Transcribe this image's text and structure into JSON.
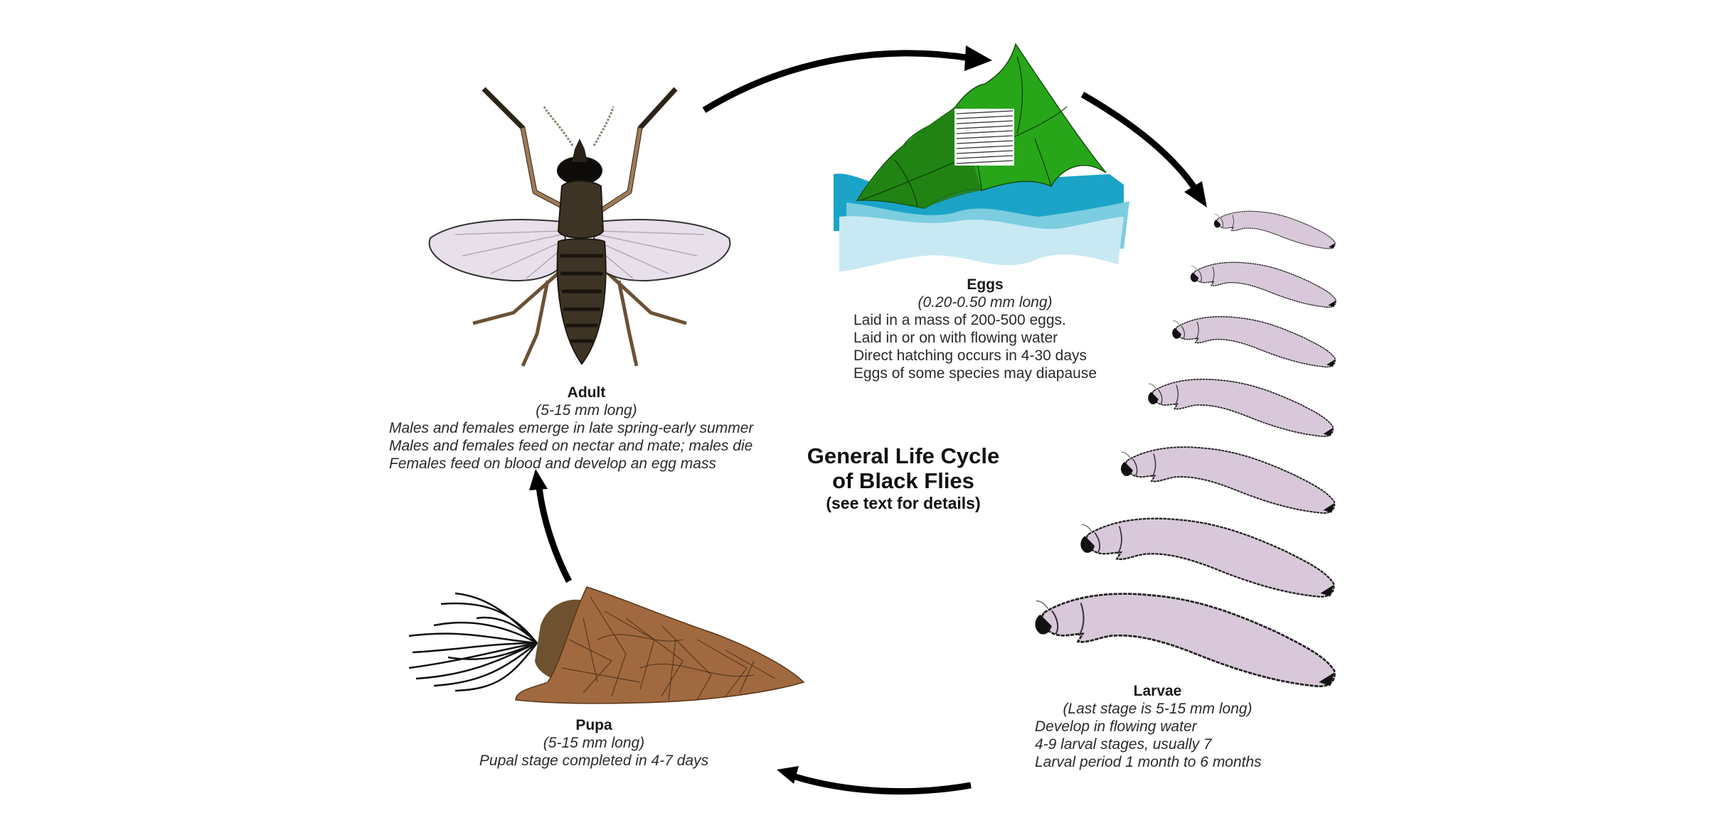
{
  "diagram": {
    "title_line1": "General Life Cycle",
    "title_line2": "of Black Flies",
    "title_note": "(see text for details)",
    "colors": {
      "arrow": "#000000",
      "leaf_dark": "#1f7a12",
      "leaf_light": "#27a61a",
      "water_dark": "#1ba4c8",
      "water_mid": "#7ccde0",
      "water_light": "#c8e9f3",
      "larva": "#d8c8da",
      "pupa_case": "#a0693f",
      "fly_body": "#3e3426",
      "fly_leg": "#a07a55",
      "wing": "#e6dde8"
    },
    "stages": {
      "adult": {
        "title": "Adult",
        "size": "(5-15 mm long)",
        "lines": [
          "Males and females emerge in late spring-early summer",
          "Males and females feed on nectar and mate; males die",
          "Females feed on blood and develop an egg mass"
        ]
      },
      "eggs": {
        "title": "Eggs",
        "size": "(0.20-0.50 mm long)",
        "lines": [
          "Laid in a mass of 200-500 eggs.",
          "Laid in or on with flowing water",
          "Direct hatching occurs in 4-30 days",
          "Eggs of some species may diapause"
        ]
      },
      "larvae": {
        "title": "Larvae",
        "size": "(Last stage is 5-15 mm long)",
        "lines": [
          "Develop in flowing water",
          "4-9 larval stages, usually 7",
          "Larval period 1 month to 6 months"
        ],
        "stage_count_drawn": 7
      },
      "pupa": {
        "title": "Pupa",
        "size": "(5-15 mm long)",
        "lines": [
          "Pupal stage completed in 4-7 days"
        ]
      }
    },
    "cycle_order": [
      "Adult",
      "Eggs",
      "Larvae",
      "Pupa"
    ]
  }
}
